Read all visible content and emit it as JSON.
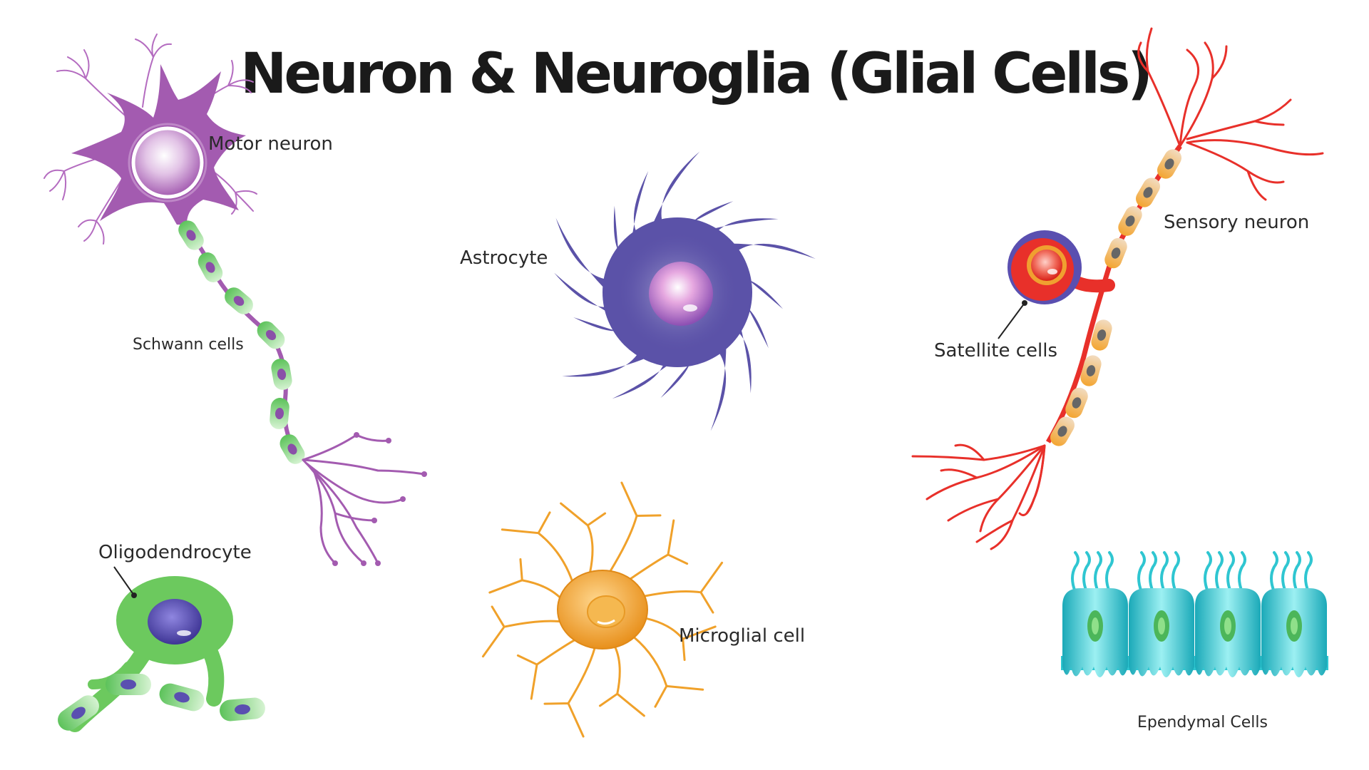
{
  "title": "Neuron & Neuroglia (Glial Cells)",
  "labels": {
    "motor_neuron": "Motor neuron",
    "schwann_cells": "Schwann cells",
    "astrocyte": "Astrocyte",
    "sensory_neuron": "Sensory neuron",
    "satellite_cells": "Satellite cells",
    "oligodendrocyte": "Oligodendrocyte",
    "microglial_cell": "Microglial cell",
    "ependymal_cells": "Ependymal Cells"
  },
  "colors": {
    "motor_neuron": "#a35bb0",
    "schwann": "#7fd67a",
    "astrocyte": "#5b52a8",
    "sensory_neuron": "#e8302a",
    "satellite": "#5a4fb0",
    "myelin_sensory": "#f0a030",
    "oligodendrocyte": "#6cc95e",
    "microglia": "#f0a12a",
    "ependymal": "#2fc6d1"
  }
}
